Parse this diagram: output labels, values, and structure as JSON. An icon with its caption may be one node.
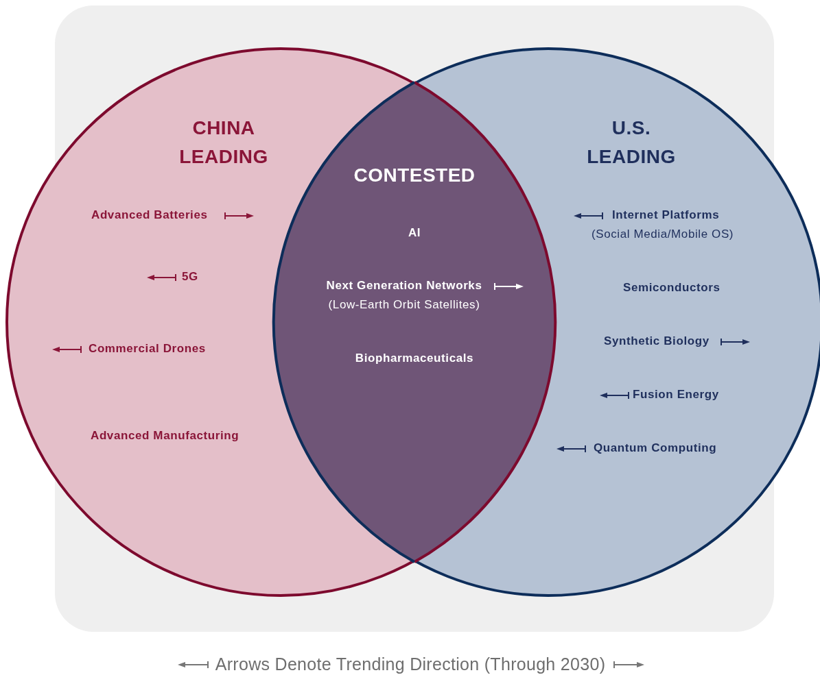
{
  "diagram": {
    "caption": "Arrows Denote Trending Direction (Through 2030)",
    "nodes": [
      {
        "text": [
          "CHINA LEADING"
        ]
      },
      {
        "text": [
          "U.S. LEADING"
        ]
      },
      {
        "text": [
          "CONTESTED"
        ]
      },
      {
        "text": [
          "AI"
        ],
        "in": 2
      },
      {
        "text": [
          "Next Generation Networks",
          "(Low-Earth Orbit Satellites)"
        ],
        "in": 2
      },
      {
        "text": [
          "Biopharmaceuticals"
        ],
        "in": 2
      },
      {
        "text": [
          "Advanced Batteries"
        ],
        "in": 0
      },
      {
        "text": [
          "5G"
        ],
        "in": 0
      },
      {
        "text": [
          "Commercial Drones"
        ],
        "in": 0
      },
      {
        "text": [
          "Advanced Manufacturing"
        ],
        "in": 0
      },
      {
        "text": [
          "Internet Platforms",
          "(Social Media/Mobile OS)"
        ],
        "in": 1
      },
      {
        "text": [
          "Semiconductors"
        ],
        "in": 1
      },
      {
        "text": [
          "Synthetic Biology"
        ],
        "in": 1
      },
      {
        "text": [
          "Fusion Energy"
        ],
        "in": 1
      },
      {
        "text": [
          "Quantum Computing"
        ],
        "in": 1
      }
    ],
    "edges": []
  }
}
